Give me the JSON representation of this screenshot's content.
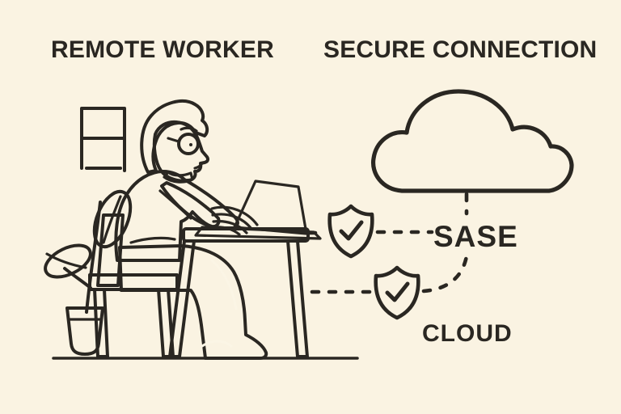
{
  "illustration": {
    "left_heading": "REMOTE WORKER",
    "right_heading": "SECURE CONNECTION",
    "sase_label": "SASE",
    "cloud_label": "CLOUD"
  },
  "icons": {
    "cloud": "cloud-icon",
    "shield_top": "shield-check-icon",
    "shield_bottom": "shield-check-icon",
    "laptop": "laptop-icon",
    "plant": "plant-icon",
    "window": "window-frame-icon"
  },
  "palette": {
    "background": "#FAF3E2",
    "ink": "#2A2722",
    "sweater_orange": "#E8964C",
    "wood_brown": "#C8813F",
    "leaf_green": "#BFC49C",
    "pot_cream": "#F3EBCC",
    "cloud_fill": "#FDFAF1",
    "charcoal": "#2B2926",
    "skin_cream": "#FBF5E5"
  }
}
